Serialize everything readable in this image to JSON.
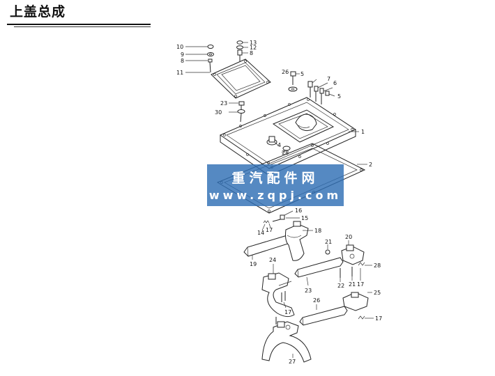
{
  "title": "上盖总成",
  "watermark": {
    "line1": "重汽配件网",
    "line2": "www.zqpj.com",
    "color": "#2f6fb5"
  },
  "callouts": [
    {
      "id": "c10",
      "text": "10"
    },
    {
      "id": "c9",
      "text": "9"
    },
    {
      "id": "c8a",
      "text": "8"
    },
    {
      "id": "c11",
      "text": "11"
    },
    {
      "id": "c13",
      "text": "13"
    },
    {
      "id": "c12",
      "text": "12"
    },
    {
      "id": "c8b",
      "text": "8"
    },
    {
      "id": "c26a",
      "text": "26"
    },
    {
      "id": "c5",
      "text": "5"
    },
    {
      "id": "c7",
      "text": "7"
    },
    {
      "id": "c6",
      "text": "6"
    },
    {
      "id": "c5b",
      "text": "5"
    },
    {
      "id": "c23a",
      "text": "23"
    },
    {
      "id": "c30",
      "text": "30"
    },
    {
      "id": "c1",
      "text": "1"
    },
    {
      "id": "c4",
      "text": "4"
    },
    {
      "id": "c28a",
      "text": "28"
    },
    {
      "id": "c2",
      "text": "2"
    },
    {
      "id": "c16",
      "text": "16"
    },
    {
      "id": "c15",
      "text": "15"
    },
    {
      "id": "c14",
      "text": "14"
    },
    {
      "id": "c17a",
      "text": "17"
    },
    {
      "id": "c18",
      "text": "18"
    },
    {
      "id": "c19",
      "text": "19"
    },
    {
      "id": "c20",
      "text": "20"
    },
    {
      "id": "c21a",
      "text": "21"
    },
    {
      "id": "c24",
      "text": "24"
    },
    {
      "id": "c28b",
      "text": "28"
    },
    {
      "id": "c22",
      "text": "22"
    },
    {
      "id": "c21b",
      "text": "21"
    },
    {
      "id": "c17b",
      "text": "17"
    },
    {
      "id": "c23b",
      "text": "23"
    },
    {
      "id": "c25",
      "text": "25"
    },
    {
      "id": "c17c",
      "text": "17"
    },
    {
      "id": "c26b",
      "text": "26"
    },
    {
      "id": "c17d",
      "text": "17"
    },
    {
      "id": "c27",
      "text": "27"
    }
  ]
}
